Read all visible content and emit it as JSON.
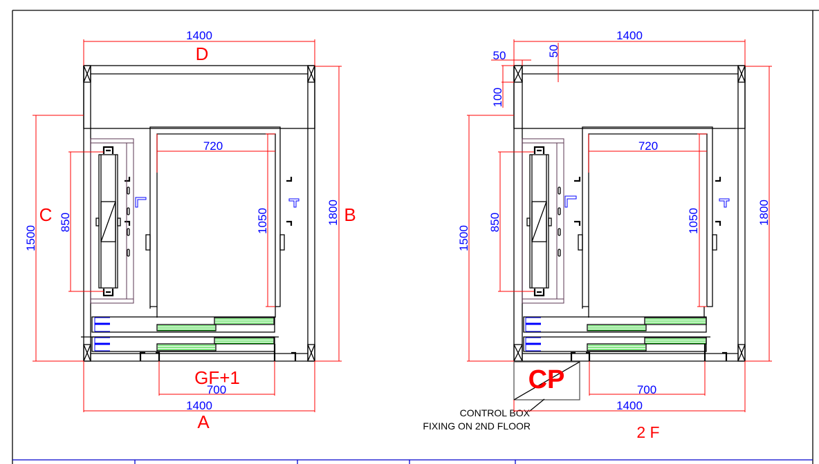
{
  "drawing": {
    "type": "lift shaft plan views",
    "colors": {
      "outline": "#000000",
      "dimension_line": "#ff0000",
      "dimension_text": "#0000ff",
      "label": "#ff0000",
      "door_panel": "#00cc00",
      "title_block": "#0000cc"
    },
    "views": [
      {
        "id": "gf1",
        "floor_label": "GF+1",
        "side_labels": {
          "top": "D",
          "bottom": "A",
          "left": "C",
          "right": "B"
        },
        "dimensions": {
          "top_width": "1400",
          "bottom_width": "1400",
          "door_opening": "700",
          "car_width": "720",
          "car_depth": "1050",
          "shaft_depth": "1800",
          "left_depth": "1500",
          "rail_spacing": "850"
        }
      },
      {
        "id": "2f",
        "floor_label": "2 F",
        "dimensions": {
          "top_width": "1400",
          "bottom_width": "1400",
          "door_opening": "700",
          "car_width": "720",
          "car_depth": "1050",
          "shaft_depth": "1800",
          "left_depth": "1500",
          "rail_spacing": "850",
          "offset_horizontal": "50",
          "offset_vertical": "50",
          "top_clearance": "100"
        },
        "control_box": {
          "symbol": "CP",
          "note_line1": "CONTROL BOX",
          "note_line2": "FIXING ON 2ND FLOOR"
        }
      }
    ]
  }
}
